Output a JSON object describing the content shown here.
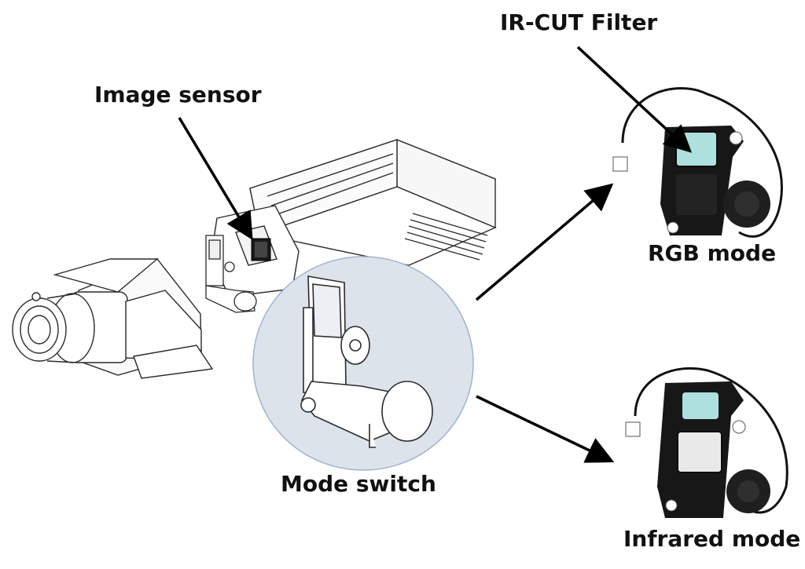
{
  "labels": {
    "image_sensor": "Image sensor",
    "ir_cut_filter": "IR-CUT Filter",
    "rgb_mode": "RGB mode",
    "infrared_mode": "Infrared mode",
    "mode_switch": "Mode switch"
  },
  "colors": {
    "line": "#2b2b2b",
    "magnifier_fill": "#dde3ea",
    "magnifier_stroke": "#9fb4cf",
    "filter_glass": "#aee0df",
    "module_body": "#171717",
    "arrow": "#000000"
  }
}
